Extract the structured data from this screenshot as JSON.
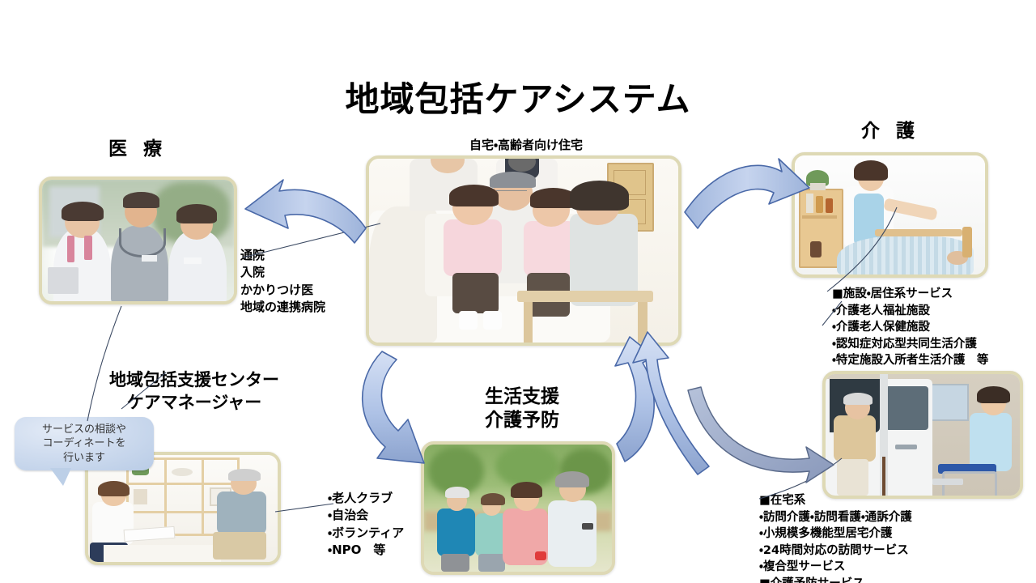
{
  "title": "地域包括ケアシステム",
  "center": {
    "caption": "自宅・高齢者向け住宅"
  },
  "sections": {
    "medical_heading": "医 療",
    "care_heading": "介 護",
    "life_heading": "生活支援\n介護予防",
    "support_center_heading": "地域包括支援センター\nケアマネージャー"
  },
  "bubble": {
    "text": "サービスの相談や\nコーディネートを\n行います"
  },
  "lists": {
    "medical": "通院\n入院\nかかりつけ医\n地域の連携病院",
    "facility": "■施設・居住系サービス\n・介護老人福祉施設\n・介護老人保健施設\n・認知症対応型共同生活介護\n・特定施設入所者生活介護　等",
    "home": "■在宅系\n・訪問介護・訪問看護・通訴介護\n・小規模多機能型居宅介護\n・24時間対応の訪問サービス\n・複合型サービス\n■介護予防サービス",
    "life": "・老人クラブ\n・自治会\n・ボランティア\n・NPO　等"
  },
  "photos": {
    "medical": "medical-staff-photo",
    "center": "family-at-home-photo",
    "care": "caregiver-bedside-photo",
    "home": "home-visit-vehicle-photo",
    "life": "seniors-walking-photo",
    "consult": "care-manager-consultation-photo"
  },
  "colors": {
    "arrow_fill_light": "#b9cbe8",
    "arrow_fill_dark": "#8fa6cc",
    "arrow_stroke": "#4a69a8",
    "photo_border": "#ded9b5",
    "text": "#000000",
    "bubble": "#bccfe7",
    "thin_line": "#3c4a63"
  }
}
